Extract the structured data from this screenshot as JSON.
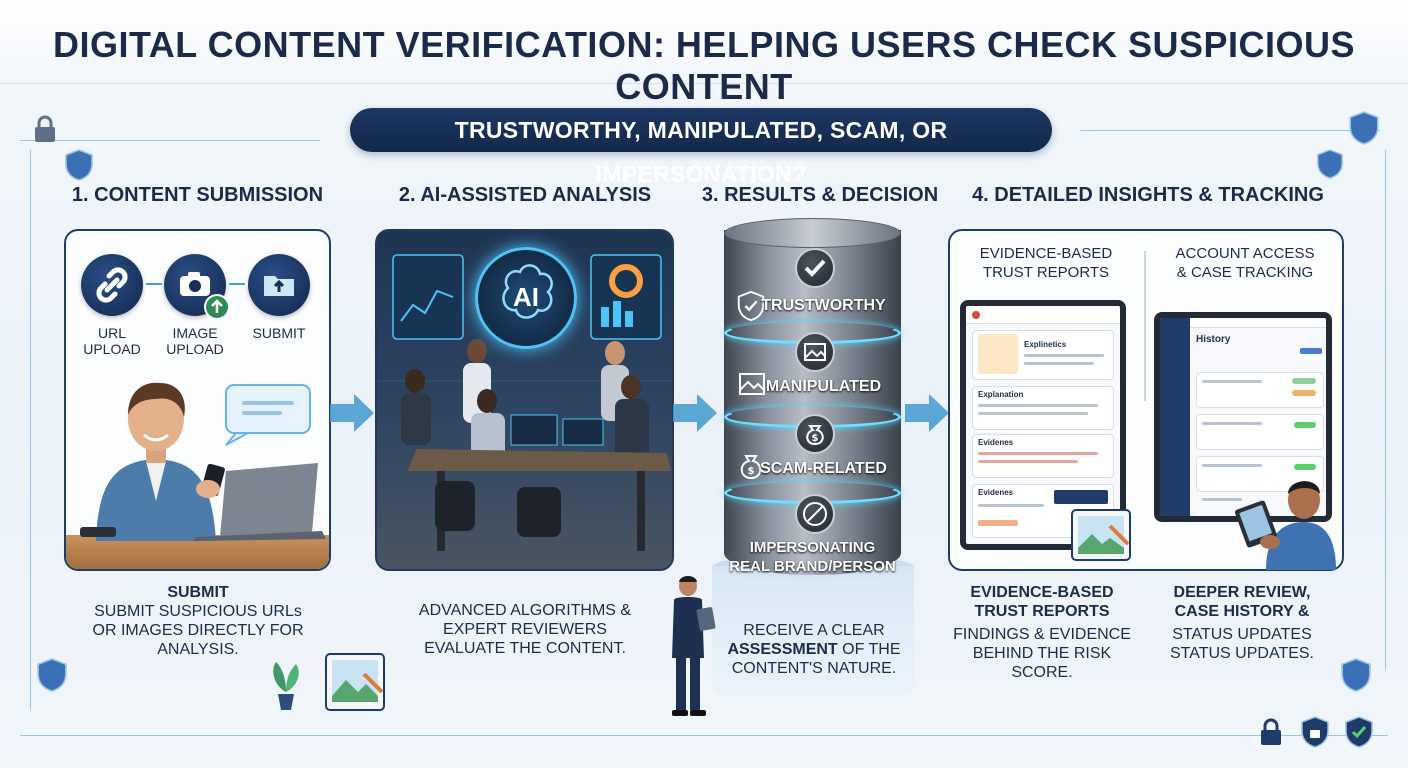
{
  "header": {
    "title": "DIGITAL CONTENT VERIFICATION: HELPING USERS CHECK SUSPICIOUS CONTENT",
    "question": "TRUSTWORTHY, MANIPULATED, SCAM, OR IMPERSONATION?"
  },
  "steps": [
    {
      "title": "1. CONTENT SUBMISSION",
      "upload_options": [
        {
          "label_line1": "URL",
          "label_line2": "UPLOAD",
          "icon": "link-icon"
        },
        {
          "label_line1": "IMAGE",
          "label_line2": "UPLOAD",
          "icon": "camera-icon"
        },
        {
          "label_line1": "SUBMIT",
          "label_line2": "",
          "icon": "folder-upload-icon"
        }
      ],
      "caption_heading": "SUBMIT",
      "caption_line1": "SUBMIT SUSPICIOUS URLs",
      "caption_line2": "OR IMAGES DIRECTLY FOR",
      "caption_line3": "ANALYSIS."
    },
    {
      "title": "2. AI-ASSISTED ANALYSIS",
      "ai_badge": "AI",
      "caption_line1": "ADVANCED ALGORITHMS &",
      "caption_line2": "EXPERT REVIEWERS",
      "caption_line3": "EVALUATE THE CONTENT."
    },
    {
      "title": "3. RESULTS & DECISION",
      "results": [
        {
          "label": "TRUSTWORTHY",
          "icon": "check-icon"
        },
        {
          "label": "MANIPULATED",
          "icon": "image-icon"
        },
        {
          "label": "SCAM-RELATED",
          "icon": "money-bag-icon"
        },
        {
          "label_line1": "IMPERSONATING",
          "label_line2": "REAL BRAND/PERSON",
          "icon": "fake-badge-icon"
        }
      ],
      "caption_line1": "RECEIVE A CLEAR",
      "caption_bold": "ASSESSMENT",
      "caption_line2_rest": " OF THE",
      "caption_line3": "CONTENT'S NATURE."
    },
    {
      "title": "4. DETAILED INSIGHTS & TRACKING",
      "left_subhead_line1": "EVIDENCE-BASED",
      "left_subhead_line2": "TRUST REPORTS",
      "right_subhead_line1": "ACCOUNT ACCESS",
      "right_subhead_line2": "& CASE TRACKING",
      "report_screen": {
        "heading1": "Explinetics",
        "heading2": "Explanation",
        "heading3": "Evidenes",
        "heading4": "Evidenes"
      },
      "history_screen": {
        "title": "History"
      },
      "left_caption_heading1": "EVIDENCE-BASED",
      "left_caption_heading2": "TRUST REPORTS",
      "left_caption_line1": "FINDINGS & EVIDENCE",
      "left_caption_line2": "BEHIND THE RISK SCORE.",
      "right_caption_heading1": "DEEPER REVIEW,",
      "right_caption_heading2": "CASE HISTORY &",
      "right_caption_line1": "STATUS UPDATES",
      "right_caption_line2": "STATUS UPDATES."
    }
  ],
  "colors": {
    "navy": "#172f57",
    "accent_cyan": "#6fe0ff",
    "arrow_blue": "#4a9fd1",
    "status_green": "#5ccf6a"
  }
}
